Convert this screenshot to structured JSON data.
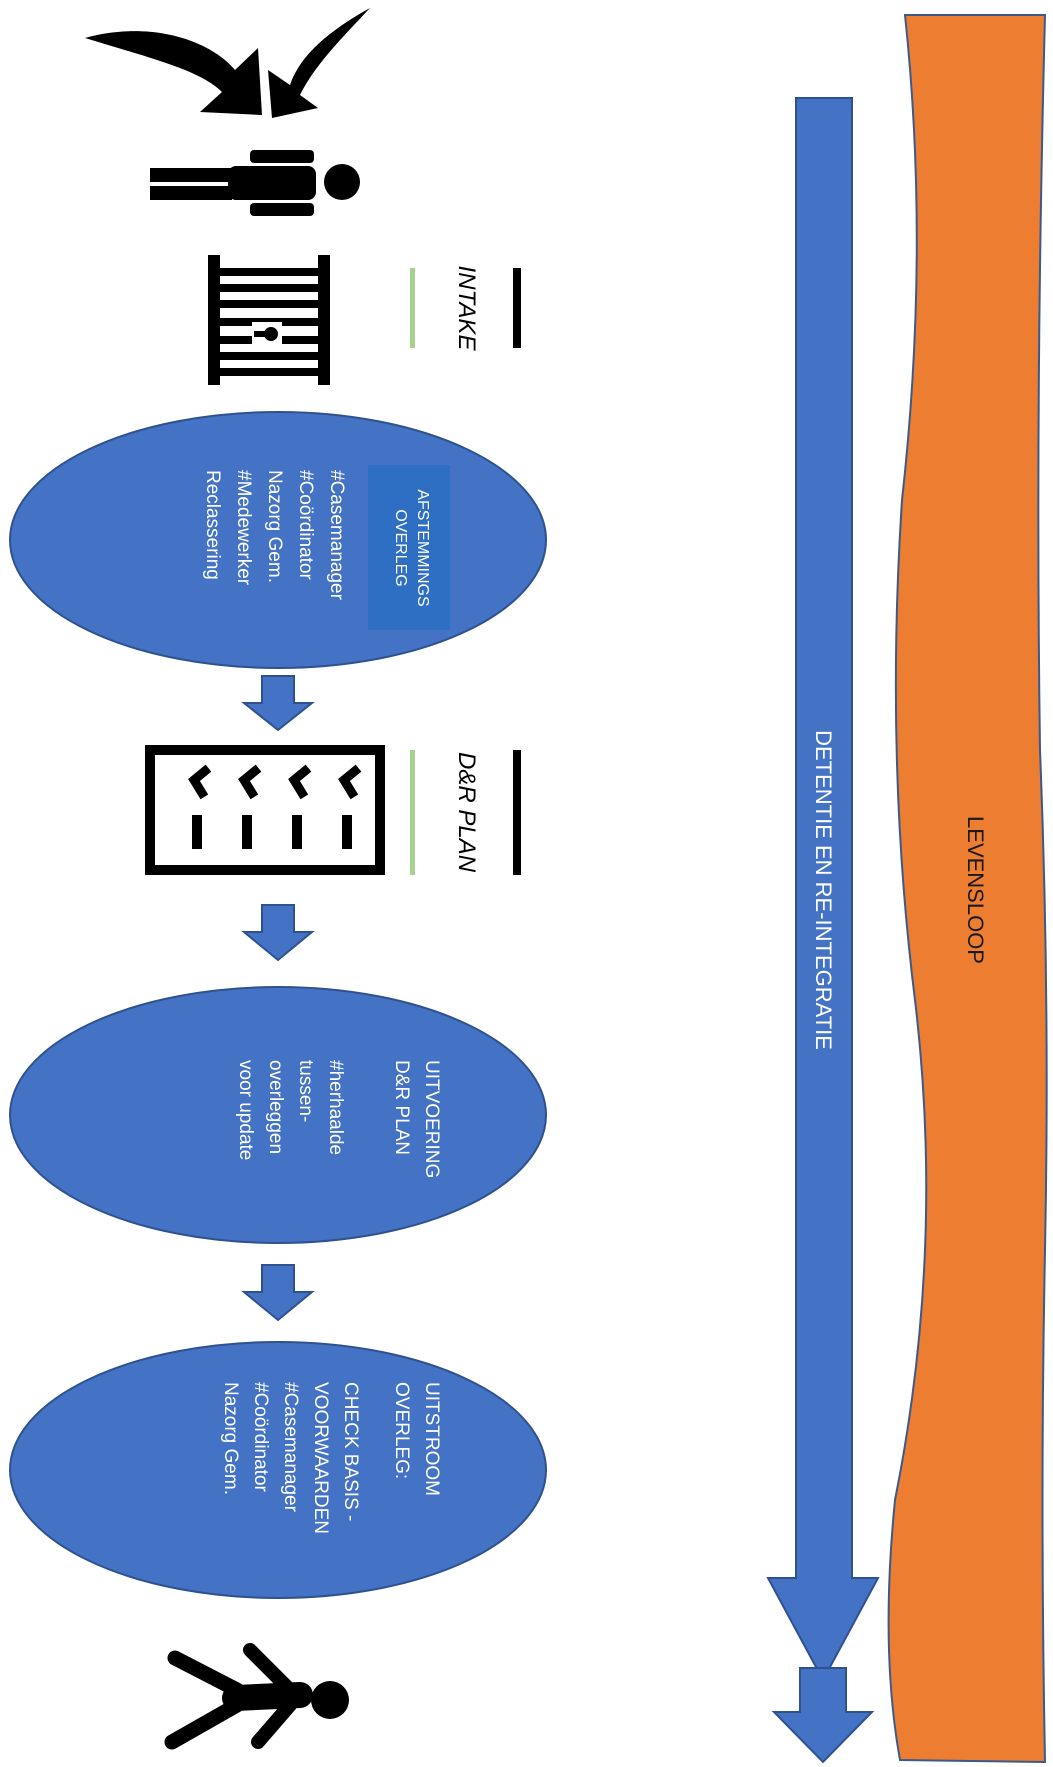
{
  "bands": {
    "orange_label": "LEVENSLOOP",
    "blue_label": "DETENTIE EN RE-INTEGRATIE"
  },
  "phases": {
    "intake": "INTAKE",
    "plan": "D&R PLAN"
  },
  "ellipses": {
    "afstemming": {
      "header_lines": [
        "AFSTEMMINGS",
        "OVERLEG"
      ],
      "lines": [
        "#Casemanager",
        "#Coördinator",
        "Nazorg Gem.",
        "#Medewerker",
        "Reclassering"
      ]
    },
    "uitvoering": {
      "lines": [
        "UITVOERING",
        "D&R PLAN",
        "",
        "#herhaalde",
        "tussen-",
        "overleggen",
        "voor update"
      ]
    },
    "uitstroom": {
      "lines": [
        "UITSTROOM",
        "OVERLEG:",
        "",
        "CHECK BASIS -",
        "VOORWAARDEN",
        "#Casemanager",
        "#Coördinator",
        "Nazorg Gem."
      ]
    }
  },
  "colors": {
    "orange": "#ED7D31",
    "blue": "#4472C4",
    "header_box": "#2E6FC4",
    "green": "#A9D18E",
    "black": "#000000",
    "white": "#FFFFFF"
  },
  "icons": [
    "arrows-converging-icon",
    "person-standing-icon",
    "prison-gate-icon",
    "checklist-icon",
    "person-walking-icon"
  ]
}
